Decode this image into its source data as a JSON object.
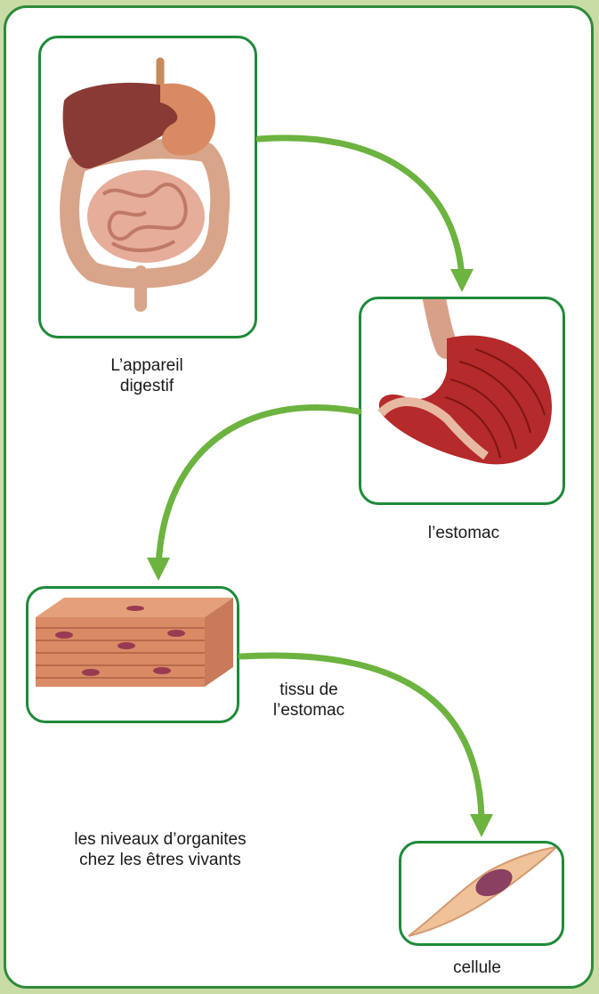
{
  "title": "les niveaux d’organites chez les êtres vivants",
  "title_lines": [
    "les niveaux d’organites",
    "chez les êtres vivants"
  ],
  "colors": {
    "frame": "#2e8b3a",
    "box_border": "#1f8a3a",
    "arrow": "#6cb33f",
    "page_background": "#c9dca6"
  },
  "levels": [
    {
      "id": "appareil",
      "lines": [
        "L’appareil",
        "digestif"
      ],
      "icon": "digestive-system-illustration"
    },
    {
      "id": "estomac",
      "lines": [
        "l’estomac"
      ],
      "icon": "stomach-illustration"
    },
    {
      "id": "tissu",
      "lines": [
        "tissu de",
        "l’estomac"
      ],
      "icon": "muscle-tissue-illustration"
    },
    {
      "id": "cellule",
      "lines": [
        "cellule"
      ],
      "icon": "muscle-cell-illustration"
    }
  ]
}
